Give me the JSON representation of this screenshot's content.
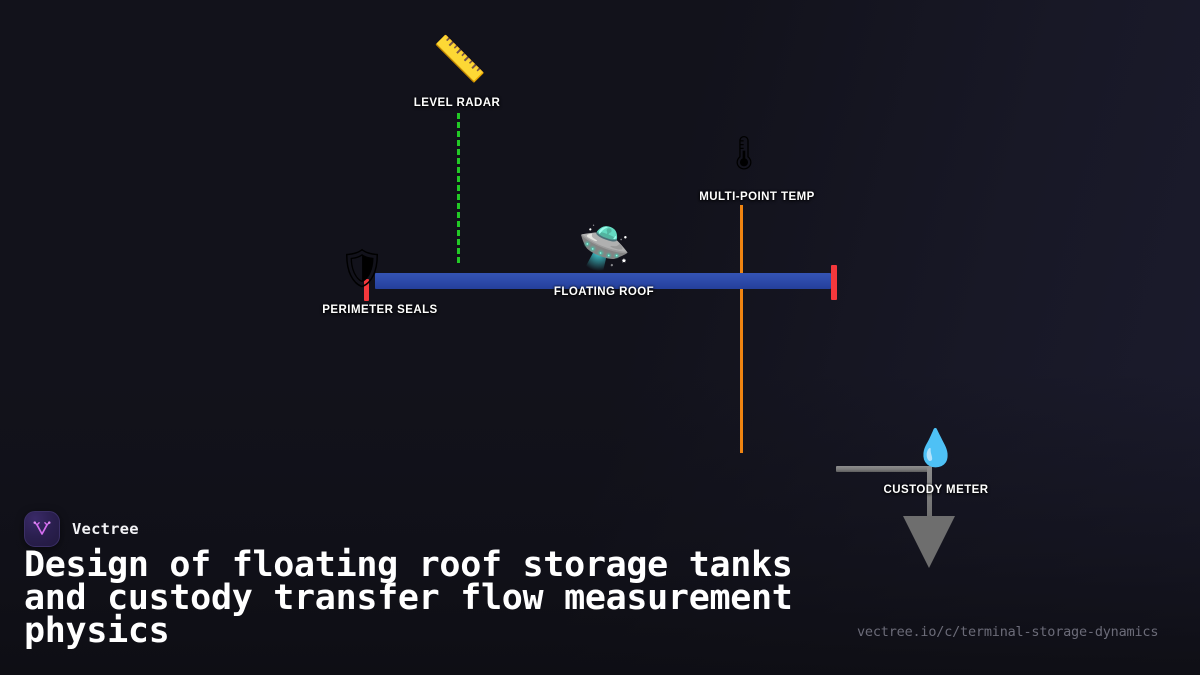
{
  "background": {
    "base_color": "#12121b",
    "tint_color": "#1b1b2d"
  },
  "diagram": {
    "roof_bar": {
      "color": "#2c49a8",
      "tick_color": "#f4383c"
    },
    "nodes": [
      {
        "id": "level-radar",
        "label": "LEVEL RADAR",
        "icon": "ruler-icon",
        "glyph": "📏",
        "connector": {
          "type": "dashed",
          "color": "#22c926"
        }
      },
      {
        "id": "multi-point-temp",
        "label": "MULTI-POINT TEMP",
        "icon": "thermometer-icon",
        "glyph": "🌡",
        "connector": {
          "type": "solid",
          "color": "#ef8411"
        }
      },
      {
        "id": "floating-roof",
        "label": "FLOATING ROOF",
        "icon": "flying-saucer-icon",
        "glyph": "🛸",
        "connector": {
          "type": "none",
          "color": "#2c49a8"
        }
      },
      {
        "id": "perimeter-seals",
        "label": "PERIMETER SEALS",
        "icon": "shield-icon",
        "glyph": "🛡",
        "connector": {
          "type": "tick",
          "color": "#f4383c"
        }
      },
      {
        "id": "custody-meter",
        "label": "CUSTODY METER",
        "icon": "water-droplet-icon",
        "glyph": "💧",
        "connector": {
          "type": "arrow",
          "color": "#7b7b7b"
        }
      }
    ]
  },
  "footer": {
    "brand_name": "Vectree",
    "logo_icon": "vectree-logo-icon",
    "logo_accent": "#d46ef0",
    "headline": "Design of floating roof storage tanks\nand custody transfer flow measurement\nphysics",
    "url": "vectree.io/c/terminal-storage-dynamics"
  }
}
